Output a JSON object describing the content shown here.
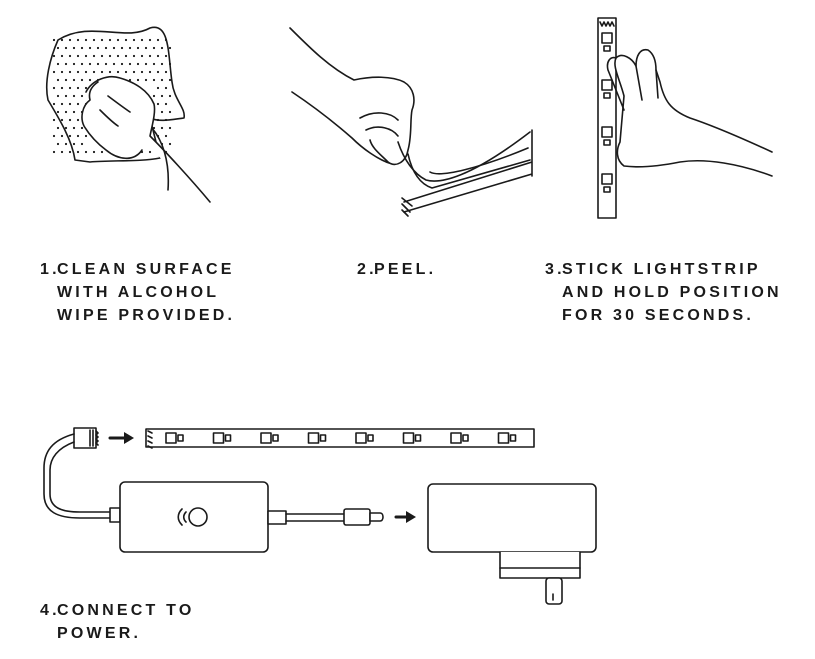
{
  "steps": [
    {
      "number": "1.",
      "lines": [
        "CLEAN SURFACE",
        "WITH ALCOHOL",
        "WIPE PROVIDED."
      ],
      "icon": "clean-surface-illustration"
    },
    {
      "number": "2.",
      "lines": [
        "PEEL."
      ],
      "icon": "peel-backing-illustration"
    },
    {
      "number": "3.",
      "lines": [
        "STICK LIGHTSTRIP",
        "AND HOLD POSITION",
        "FOR 30 SECONDS."
      ],
      "icon": "stick-lightstrip-illustration"
    },
    {
      "number": "4.",
      "lines": [
        "CONNECT TO",
        "POWER."
      ],
      "icon": "connect-power-illustration"
    }
  ],
  "colors": {
    "ink": "#1a1a1a",
    "background": "#ffffff"
  }
}
